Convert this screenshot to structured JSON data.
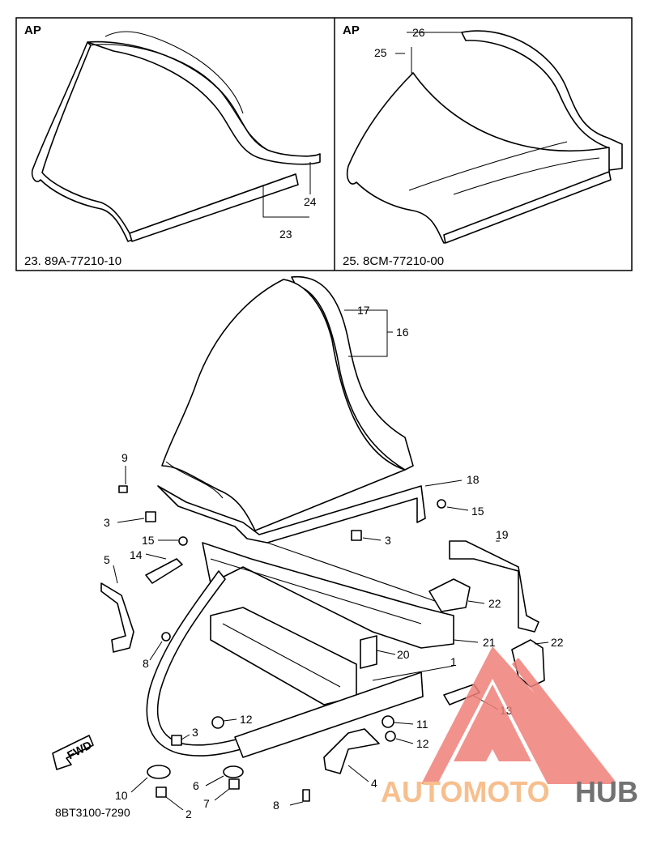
{
  "panels": [
    {
      "label": "AP",
      "caption": "23. 89A-77210-10",
      "callouts": [
        "23",
        "24"
      ]
    },
    {
      "label": "AP",
      "caption": "25. 8CM-77210-00",
      "callouts": [
        "25",
        "26"
      ]
    }
  ],
  "main_callouts": {
    "c1": "1",
    "c2": "2",
    "c3a": "3",
    "c3b": "3",
    "c3c": "3",
    "c4": "4",
    "c5": "5",
    "c6": "6",
    "c7": "7",
    "c8a": "8",
    "c8b": "8",
    "c9": "9",
    "c10": "10",
    "c11": "11",
    "c12a": "12",
    "c12b": "12",
    "c13": "13",
    "c14": "14",
    "c15a": "15",
    "c15b": "15",
    "c16": "16",
    "c17": "17",
    "c18": "18",
    "c19": "19",
    "c20": "20",
    "c21": "21",
    "c22a": "22",
    "c22b": "22"
  },
  "fwd_label": "FWD",
  "diagram_code": "8BT3100-7290",
  "watermark": {
    "part1": "AUTOMOTO",
    "part2": "HUB",
    "color1": "#f6b47a",
    "color2": "#5a5a5a",
    "triangle_color": "#f08078"
  }
}
